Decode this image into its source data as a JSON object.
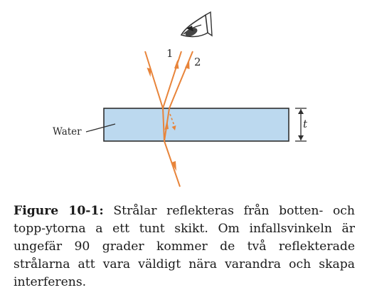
{
  "figure": {
    "ray_labels": [
      "1",
      "2"
    ],
    "medium_label": "Water",
    "thickness_label": "t",
    "colors": {
      "ray": "#e8843a",
      "layer_fill": "#bcd9ef",
      "layer_stroke": "#2f2f2f",
      "eye": "#333333"
    },
    "icons": [
      "eye-icon"
    ]
  },
  "caption": {
    "label": "Figure 10-1:",
    "text": "Strålar reflekteras från botten- och topp-ytorna a ett tunt skikt. Om infallsvinkeln är ungefär 90 grader kommer de två reflekterade strålarna att vara väldigt nära varandra och skapa interferens."
  }
}
